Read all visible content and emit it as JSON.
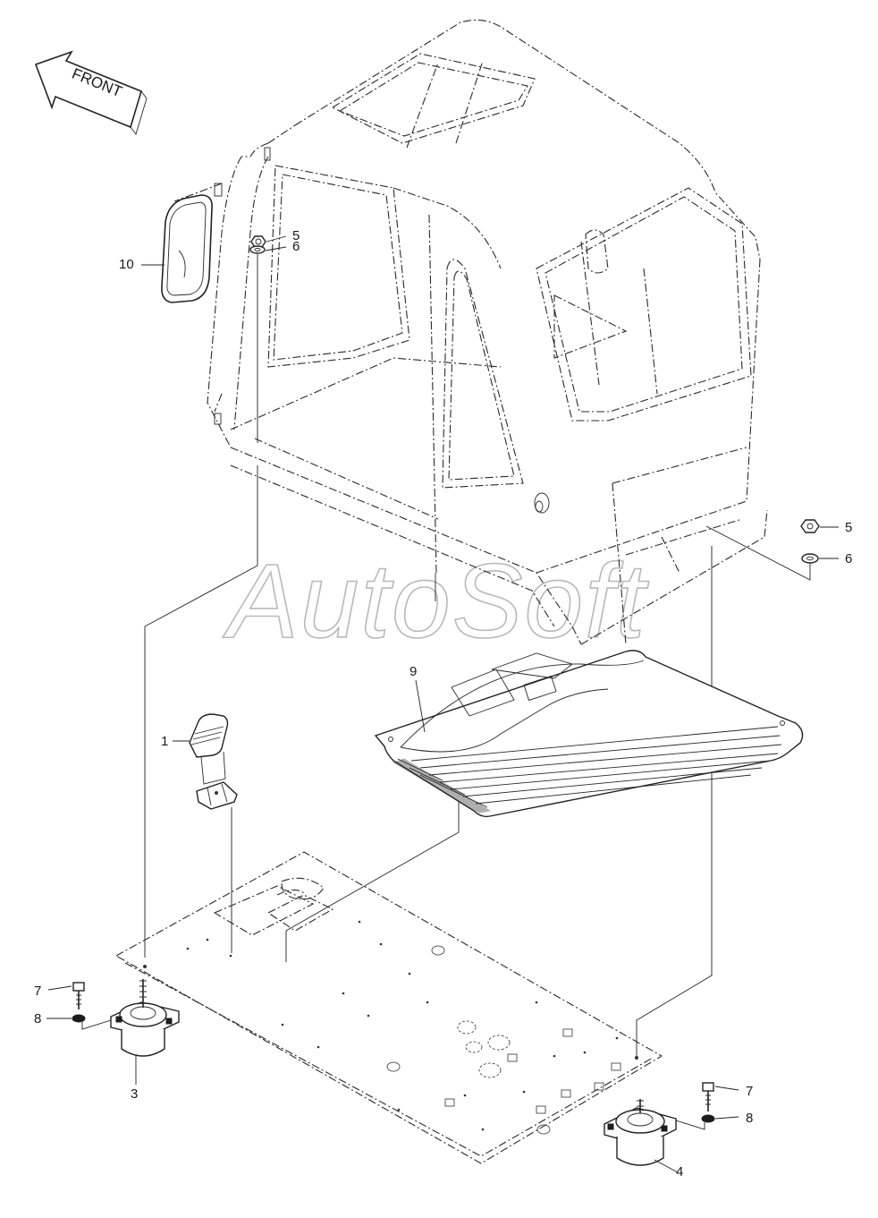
{
  "front_arrow_label": "FRONT",
  "watermark": "AutoSoft",
  "callouts": {
    "c1": "1",
    "c3": "3",
    "c4": "4",
    "c5a": "5",
    "c6a": "6",
    "c5b": "5",
    "c6b": "6",
    "c7a": "7",
    "c8a": "8",
    "c7b": "7",
    "c8b": "8",
    "c9": "9",
    "c10": "10"
  }
}
